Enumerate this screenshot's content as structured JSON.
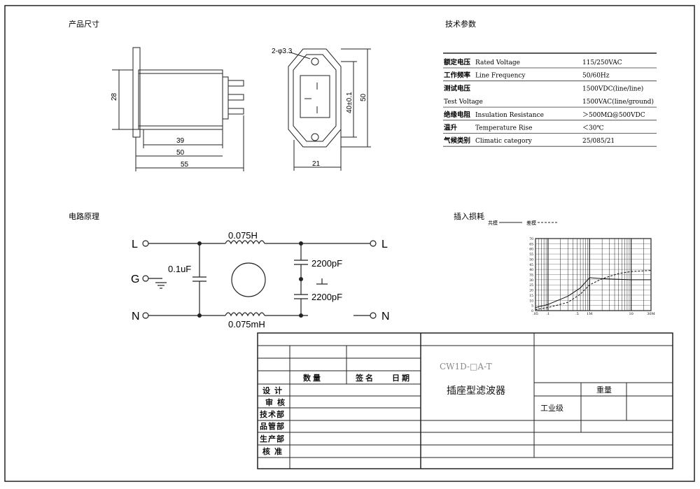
{
  "sections": {
    "dimensions_title": "产品尺寸",
    "tech_title": "技术参数",
    "circuit_title": "电路原理",
    "insertion_title": "插入损耗"
  },
  "dims": {
    "holes": "2-φ3.3",
    "w39": "39",
    "w50": "50",
    "w55": "55",
    "h28": "28",
    "h40": "40±0.1",
    "h50": "50",
    "w21": "21"
  },
  "specs": [
    {
      "cn": "额定电压",
      "en": "Rated Voltage",
      "value": "115/250VAC"
    },
    {
      "cn": "工作频率",
      "en": "Line Frequency",
      "value": "50/60Hz"
    },
    {
      "cn": "测试电压",
      "en": "",
      "value": "1500VDC(line/line)"
    },
    {
      "cn": "",
      "en": "Test Voltage",
      "value": "1500VAC(line/ground)"
    },
    {
      "cn": "绝缘电阻",
      "en": "Insulation Resistance",
      "value": "＞500MΩ@500VDC"
    },
    {
      "cn": "温升",
      "en": "Temperature Rise",
      "value": "＜30℃"
    },
    {
      "cn": "气候类别",
      "en": "Climatic category",
      "value": "25/085/21"
    }
  ],
  "circuit": {
    "L_left": "L",
    "G_left": "G",
    "N_left": "N",
    "L_right": "L",
    "N_right": "N",
    "inductor_top": "0.075H",
    "inductor_bottom": "0.075mH",
    "cap_x": "0.1uF",
    "cap_y1": "2200pF",
    "cap_y2": "2200pF"
  },
  "chart_data": {
    "type": "line",
    "title": "插入损耗",
    "legend": [
      {
        "name": "共模",
        "style": "solid"
      },
      {
        "name": "差模",
        "style": "dashed"
      }
    ],
    "x_ticks": [
      ".05",
      ".1",
      ".5",
      "1M",
      "10",
      "30M"
    ],
    "y_ticks": [
      "70",
      "65",
      "60",
      "55",
      "50",
      "45",
      "40",
      "35",
      "30",
      "25",
      "20",
      "15",
      "10",
      "5",
      "0"
    ],
    "xlim": [
      0.05,
      30
    ],
    "ylim": [
      0,
      70
    ],
    "x_scale": "log",
    "series": [
      {
        "name": "共模",
        "x": [
          0.05,
          0.1,
          0.3,
          0.6,
          1,
          2,
          10,
          30
        ],
        "y": [
          3,
          6,
          14,
          22,
          32,
          31,
          30,
          30
        ]
      },
      {
        "name": "差模",
        "x": [
          0.05,
          0.1,
          0.3,
          0.6,
          1,
          2,
          5,
          10,
          30
        ],
        "y": [
          1,
          3,
          8,
          16,
          25,
          31,
          36,
          38,
          39
        ]
      }
    ]
  },
  "title_block": {
    "qty_header": "数量",
    "sign_header": "签名",
    "date_header": "日期",
    "roles": [
      "设计",
      "审核",
      "技术部",
      "品管部",
      "生产部",
      "核准"
    ],
    "model": "CW1D-□A-T",
    "product_name": "插座型滤波器",
    "weight_label": "重量",
    "grade": "工业级"
  }
}
